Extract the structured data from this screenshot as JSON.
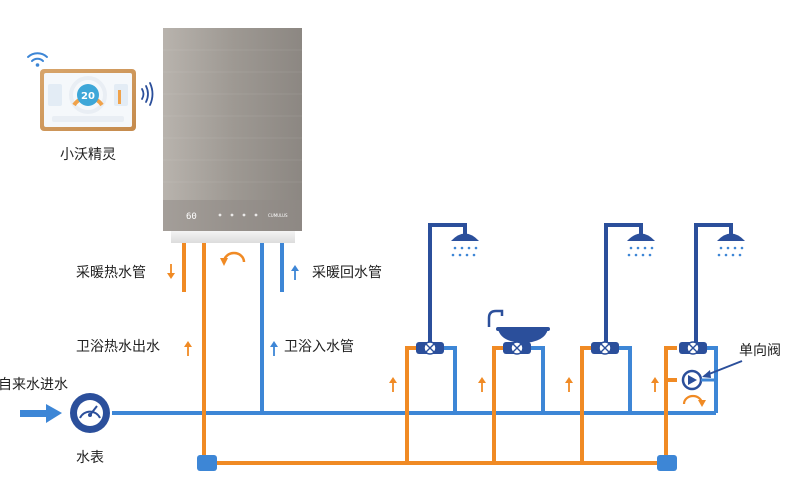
{
  "labels": {
    "controller": "小沃精灵",
    "heating_supply": "采暖热水管",
    "heating_return": "采暖回水管",
    "bath_hot_out": "卫浴热水出水",
    "bath_cold_in": "卫浴入水管",
    "check_valve": "单向阀",
    "mains_inlet": "自来水进水",
    "water_meter": "水表"
  },
  "boiler": {
    "display_temp": "60",
    "brand": "CUMULUS"
  },
  "thermostat": {
    "display_temp": "20"
  },
  "colors": {
    "hot_pipe": "#f08a24",
    "cold_pipe": "#3d86d6",
    "fixture": "#2b4f9b",
    "valve": "#2b4f9b",
    "boiler_body": "#a6a19b"
  },
  "icons": [
    "wifi-icon",
    "wireless-signal-icon",
    "shower-head-icon",
    "basin-faucet-icon",
    "gate-valve-icon",
    "check-valve-icon",
    "pump-icon",
    "water-meter-icon",
    "flow-arrow-icon",
    "return-loop-icon"
  ]
}
